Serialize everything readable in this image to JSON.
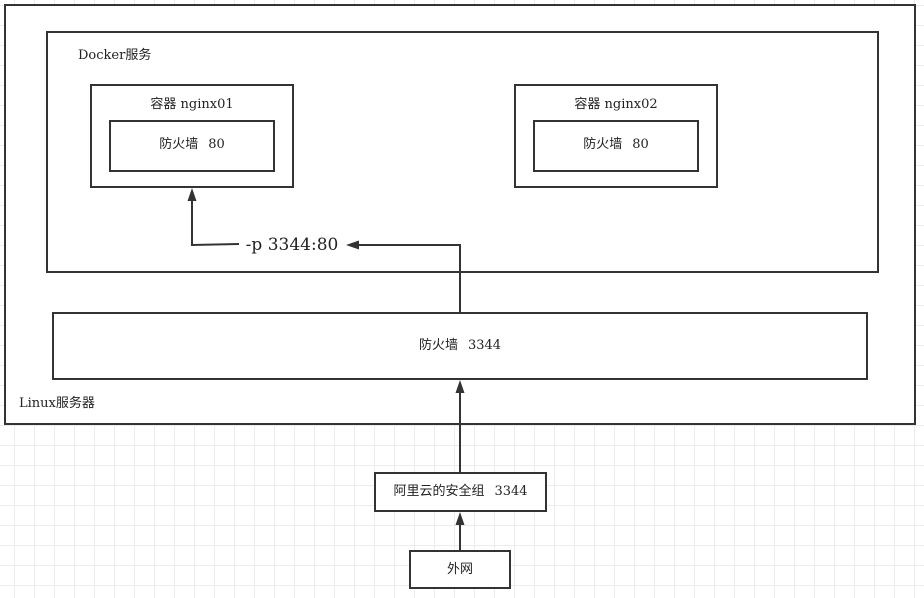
{
  "linux_server": {
    "label": "Linux服务器"
  },
  "docker_service": {
    "label": "Docker服务"
  },
  "containers": [
    {
      "title": "容器 nginx01",
      "firewall_label": "防火墙",
      "firewall_port": "80"
    },
    {
      "title": "容器 nginx02",
      "firewall_label": "防火墙",
      "firewall_port": "80"
    }
  ],
  "port_mapping": "-p 3344:80",
  "linux_firewall": {
    "label": "防火墙",
    "port": "3344"
  },
  "security_group": {
    "label": "阿里云的安全组",
    "port": "3344"
  },
  "internet": {
    "label": "外网"
  },
  "colors": {
    "stroke": "#333333",
    "grid": "#ececec",
    "background": "#ffffff"
  }
}
